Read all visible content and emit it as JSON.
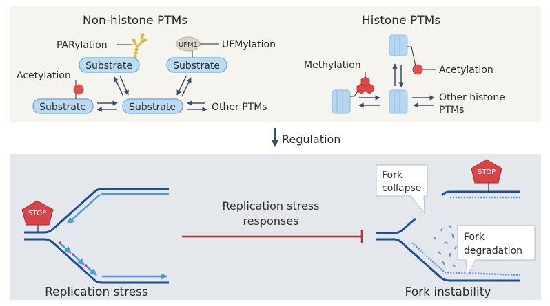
{
  "top_panel": {
    "non_histone": {
      "title": "Non-histone PTMs",
      "parylation_label": "PARylation",
      "ufmylation_label": "UFMylation",
      "ufm1_label": "UFM1",
      "acetylation_label": "Acetylation",
      "other_label": "Other PTMs",
      "substrate_label": "Substrate"
    },
    "histone": {
      "title": "Histone PTMs",
      "methylation_label": "Methylation",
      "acetylation_label": "Acetylation",
      "other_line1": "Other histone",
      "other_line2": "PTMs"
    }
  },
  "regulation_label": "Regulation",
  "bottom_panel": {
    "replication_stress_label": "Replication stress",
    "responses_line1": "Replication stress",
    "responses_line2": "responses",
    "fork_instability_label": "Fork instability",
    "fork_collapse_line1": "Fork",
    "fork_collapse_line2": "collapse",
    "fork_degradation_line1": "Fork",
    "fork_degradation_line2": "degradation",
    "stop_label": "STOP"
  },
  "colors": {
    "top_bg": "#f5f4ef",
    "bottom_bg": "#e4e7ec",
    "dna_dark": "#1d4f94",
    "dna_light": "#4f9ad6",
    "arrow": "#3e4c68",
    "inhibit": "#b52a33",
    "stop": "#d9444a",
    "substrate_fill": "#bcdaf2",
    "substrate_stroke": "#6aa4d6",
    "histone": "#b6d6f0",
    "acetyl": "#e05050",
    "ufm1": "#d8d6c8",
    "par": "#d8b840"
  }
}
